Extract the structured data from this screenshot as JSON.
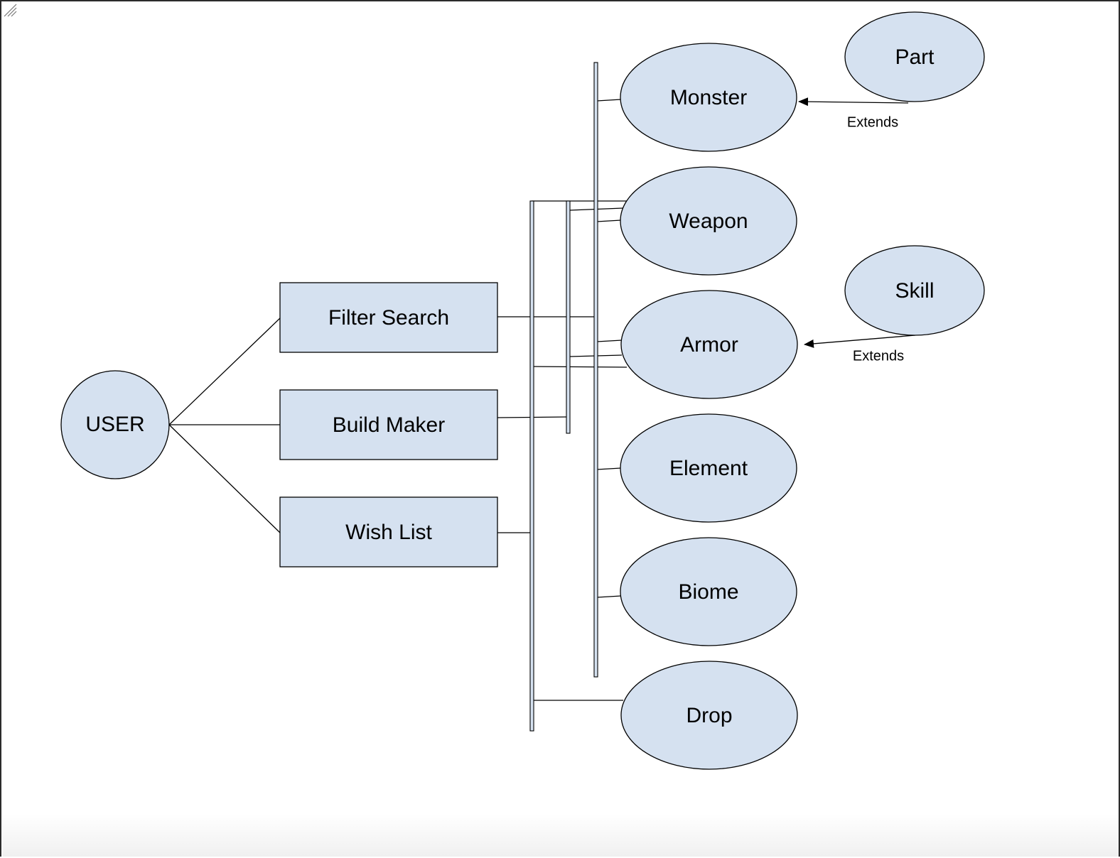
{
  "diagram": {
    "actor": {
      "label": "USER"
    },
    "features": [
      {
        "id": "filter-search",
        "label": "Filter Search"
      },
      {
        "id": "build-maker",
        "label": "Build Maker"
      },
      {
        "id": "wish-list",
        "label": "Wish List"
      }
    ],
    "entities": [
      {
        "id": "monster",
        "label": "Monster"
      },
      {
        "id": "weapon",
        "label": "Weapon"
      },
      {
        "id": "armor",
        "label": "Armor"
      },
      {
        "id": "element",
        "label": "Element"
      },
      {
        "id": "biome",
        "label": "Biome"
      },
      {
        "id": "drop",
        "label": "Drop"
      }
    ],
    "extensions": [
      {
        "id": "part",
        "label": "Part",
        "extends": "Monster",
        "relation_label": "Extends"
      },
      {
        "id": "skill",
        "label": "Skill",
        "extends": "Armor",
        "relation_label": "Extends"
      }
    ]
  }
}
